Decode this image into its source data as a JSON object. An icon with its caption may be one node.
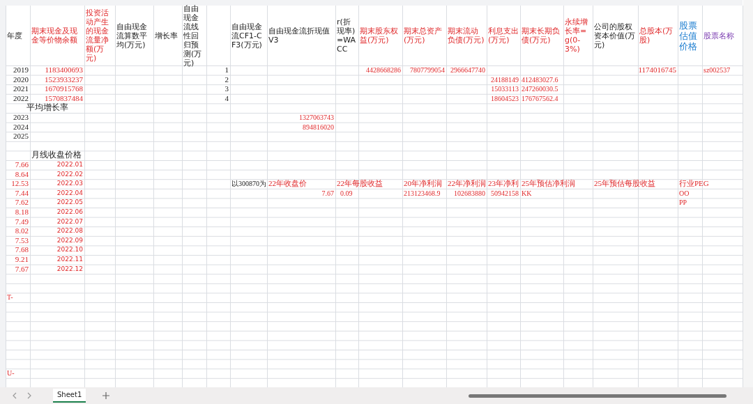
{
  "diagram": {
    "labels": [
      "年度",
      "期末现金及现金等价物余额",
      "投资活动产生的现金流量净额(万元)",
      "自由现金流算数平均(万元)",
      "增长率",
      "自由现金流线性回归预测(万元)",
      "自由现金流CF1-CF3(万元)",
      "自由现金流折现值V3",
      "r(折现率)=WACC",
      "期末股东权益(万元)",
      "期末总资产(万元)",
      "期末流动负债(万元)",
      "利息支出(万元)",
      "期末长期负债(万元)",
      "永续增长率=g(0-3%)",
      "公司的股权资本价值(万元)",
      "总股本(万股)",
      "股票估值价格",
      "股票名称",
      "2019",
      "1183400693",
      "1",
      "4428668286",
      "7807799054",
      "2966647740",
      "1174016745",
      "sz002537",
      "2020",
      "1523933237",
      "2",
      "24188149",
      "412483027.6",
      "2021",
      "1670915768",
      "3",
      "15033113",
      "247260030.5",
      "2022",
      "1570837484",
      "4",
      "18604523",
      "176767562.4",
      "平均增长率",
      "2023",
      "1327063743",
      "2024",
      "894816020",
      "2025",
      "月线收盘价格",
      "7.66",
      "2022.01",
      "8.64",
      "2022.02",
      "12.53",
      "2022.03",
      "以300870为",
      "22年收盘价",
      "22年每股收益",
      "20年净利润",
      "22年净利润",
      "23年净利",
      "25年预估净利润",
      "25年预估每股收益",
      "行业PEG",
      "7.44",
      "2022.04",
      "7.67",
      "0.09",
      "213123468.9",
      "102683880",
      "50942158",
      "KK",
      "OO",
      "7.62",
      "2022.05",
      "PP",
      "8.18",
      "2022.06",
      "7.49",
      "2022.07",
      "8.02",
      "2022.08",
      "7.53",
      "2022.09",
      "7.68",
      "2022.10",
      "9.21",
      "2022.11",
      "7.67",
      "2022.12",
      "T-",
      "U-",
      "Sheet1"
    ]
  }
}
